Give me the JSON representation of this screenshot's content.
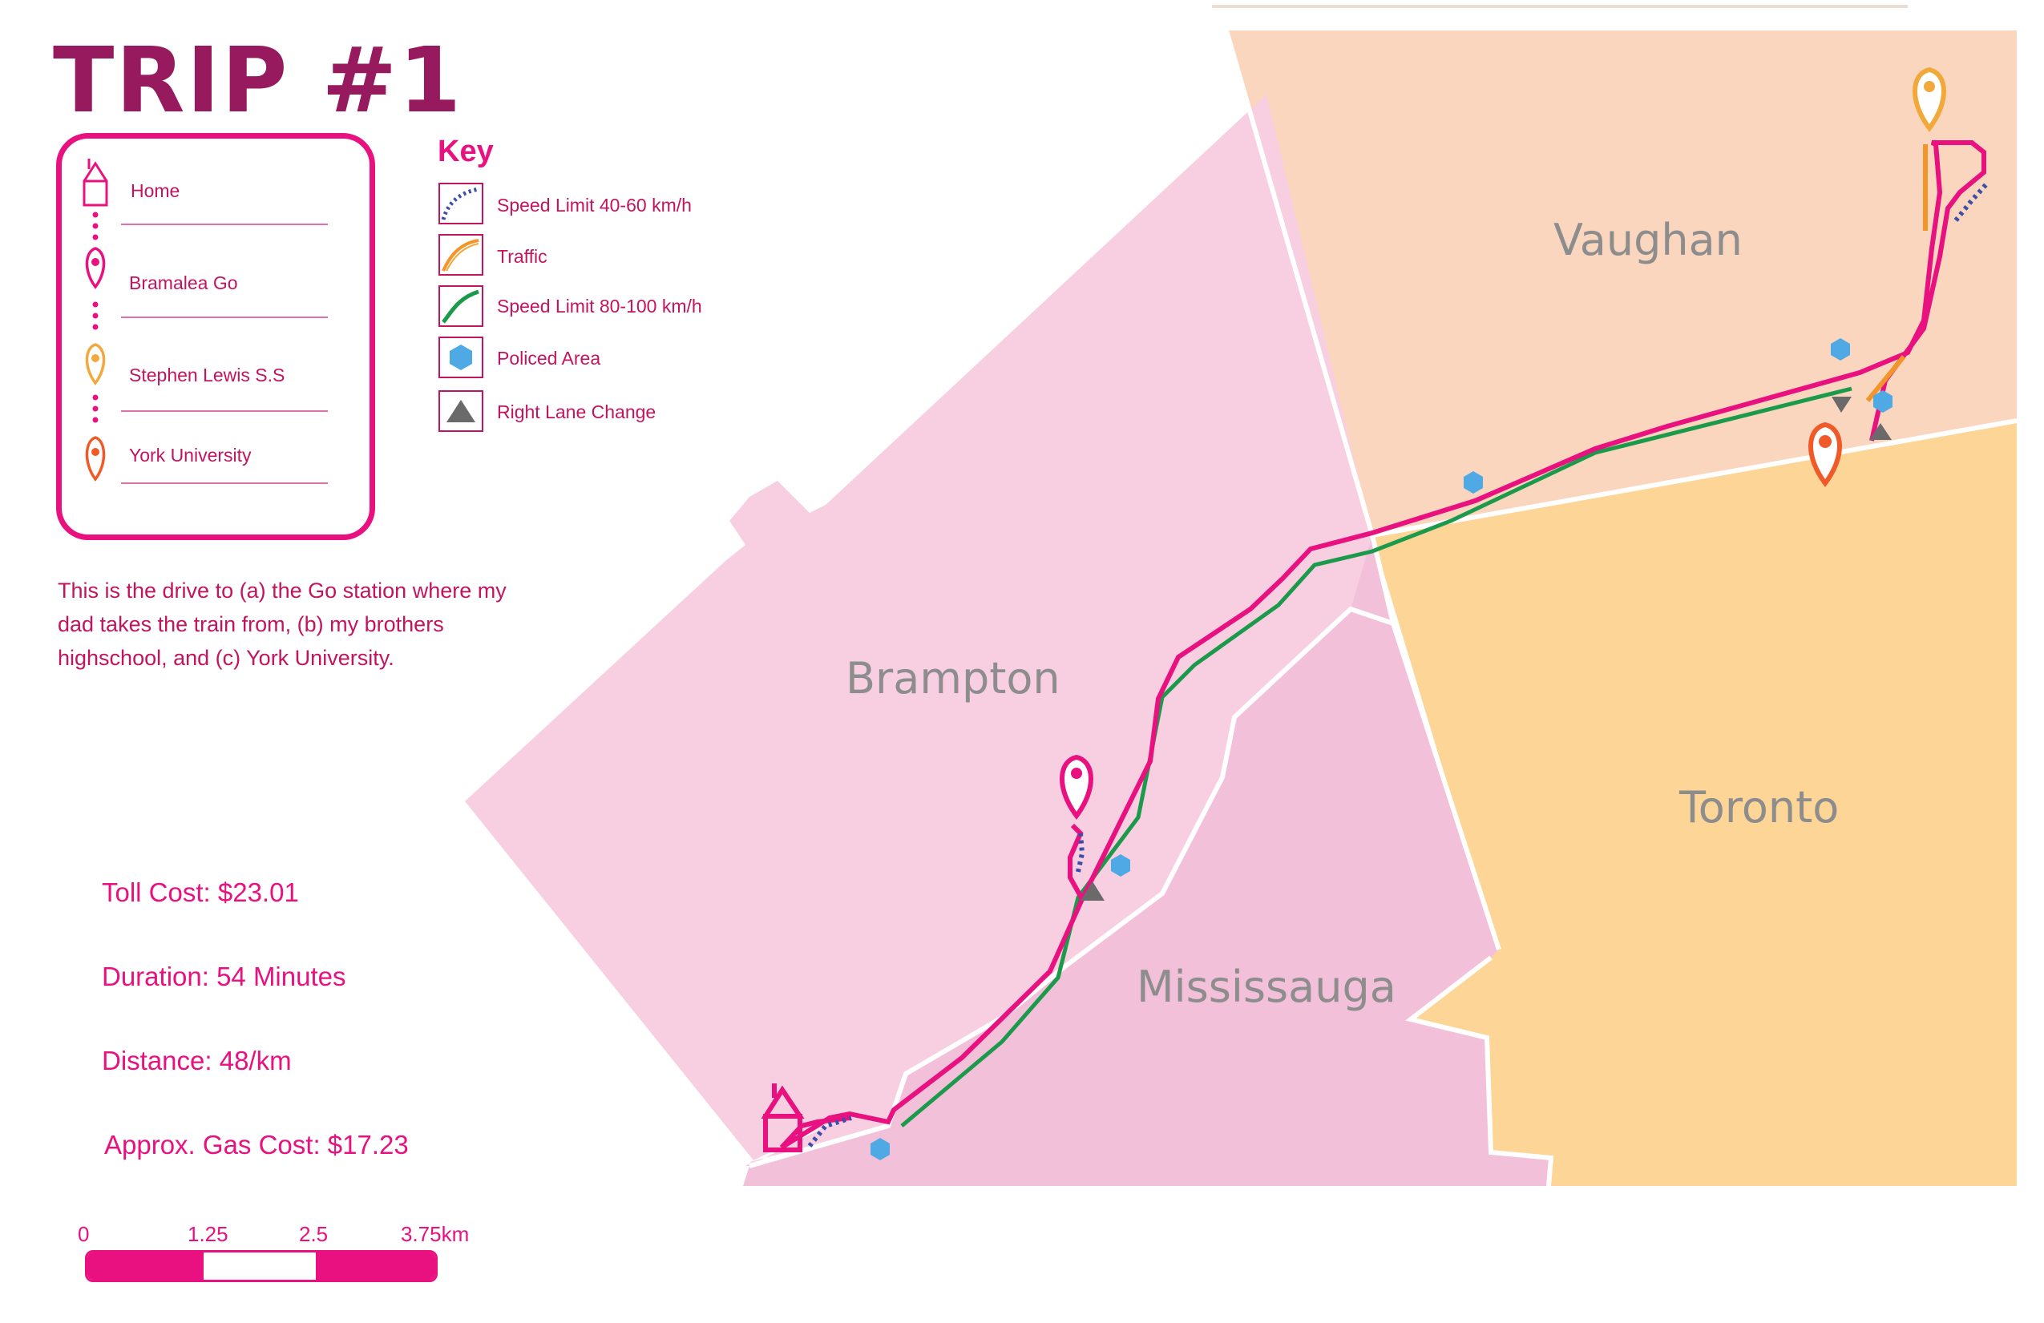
{
  "title": "TRIP #1",
  "stops": [
    {
      "label": "Home",
      "icon": "home-icon",
      "color": "#e8117f"
    },
    {
      "label": "Bramalea Go",
      "icon": "pin-icon",
      "color": "#e8117f"
    },
    {
      "label": "Stephen Lewis S.S",
      "icon": "pin-icon",
      "color": "#f2a93b"
    },
    {
      "label": "York University",
      "icon": "pin-icon",
      "color": "#f05a28"
    }
  ],
  "key": {
    "title": "Key",
    "items": [
      {
        "label": "Speed Limit 40-60 km/h",
        "icon": "dashed-route-icon",
        "color": "#3b4ea8"
      },
      {
        "label": "Traffic",
        "icon": "traffic-line-icon",
        "color": "#f2962b"
      },
      {
        "label": "Speed Limit 80-100 km/h",
        "icon": "fast-route-icon",
        "color": "#1a9a4a"
      },
      {
        "label": "Policed Area",
        "icon": "police-hexagon-icon",
        "color": "#4ea9e5"
      },
      {
        "label": "Right Lane Change",
        "icon": "triangle-icon",
        "color": "#6a6a6a"
      }
    ]
  },
  "description": "This is the drive to (a) the Go station where my dad takes the train from, (b) my brothers highschool, and (c) York University.",
  "stats": {
    "toll": "Toll Cost: $23.01",
    "duration": "Duration: 54 Minutes",
    "distance": "Distance:  48/km",
    "gas": "Approx. Gas Cost: $17.23"
  },
  "scale_bar": {
    "ticks": [
      "0",
      "1.25",
      "2.5",
      "3.75km"
    ]
  },
  "map": {
    "regions": [
      {
        "name": "Brampton",
        "fill": "#f7cfe1"
      },
      {
        "name": "Mississauga",
        "fill": "#f3c0da"
      },
      {
        "name": "Vaughan",
        "fill": "#fad6bf"
      },
      {
        "name": "Toronto",
        "fill": "#fcd597"
      }
    ],
    "colors": {
      "route": "#e8117f",
      "fast": "#1a9a4a",
      "slow": "#3b4ea8",
      "traffic": "#f2962b",
      "police": "#4ea9e5",
      "lane_change": "#6a6a6a"
    }
  }
}
